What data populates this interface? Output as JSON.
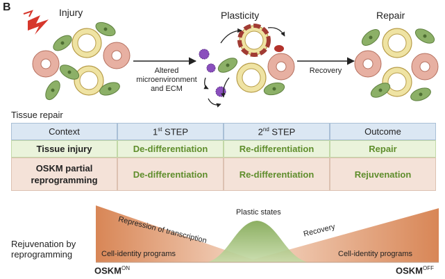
{
  "figure": {
    "panel_letter": "B",
    "stages": {
      "injury": "Injury",
      "plasticity": "Plasticity",
      "repair": "Repair"
    },
    "arrows": {
      "left_label_lines": [
        "Altered",
        "microenvironment",
        "and ECM"
      ],
      "right_label": "Recovery"
    }
  },
  "table": {
    "section_title": "Tissue repair",
    "header": {
      "context": "Context",
      "step1_num": "1",
      "step1_sup": "st",
      "step1_word": " STEP",
      "step2_num": "2",
      "step2_sup": "nd",
      "step2_word": " STEP",
      "outcome": "Outcome"
    },
    "row_injury": {
      "context": "Tissue injury",
      "step1": "De-differentiation",
      "step2": "Re-differentiation",
      "outcome": "Repair"
    },
    "row_oskm": {
      "context_line1": "OSKM partial",
      "context_line2": "reprogramming",
      "step1": "De-differentiation",
      "step2": "Re-differentiation",
      "outcome": "Rejuvenation"
    }
  },
  "rejuvenation": {
    "label_line1": "Rejuvenation by",
    "label_line2": "reprogramming",
    "repression": "Repression of transcription",
    "plastic": "Plastic states",
    "recovery": "Recovery",
    "cell_identity_left": "Cell-identity programs",
    "cell_identity_right": "Cell-identity programs",
    "oskm_on_base": "OSKM",
    "oskm_on_sup": "ON",
    "oskm_off_base": "OSKM",
    "oskm_off_sup": "OFF"
  },
  "colors": {
    "header_fill": "#dbe7f3",
    "injury_fill": "#eaf3db",
    "oskm_fill": "#f4e2d8",
    "green_text": "#5e8d2b",
    "orange_wedge": "#d98b5c",
    "green_hill": "#8db25e"
  }
}
